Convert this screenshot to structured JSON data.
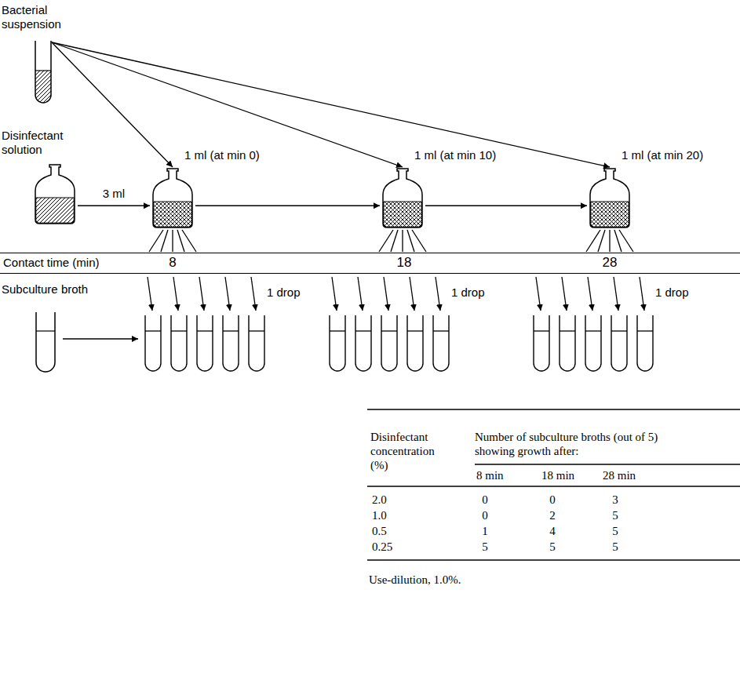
{
  "diagram": {
    "nodes": [
      {
        "text": [
          "Bacterial suspension"
        ]
      },
      {
        "text": [
          "Disinfectant solution"
        ]
      },
      {
        "text": [
          "1 ml (at min 0)"
        ]
      },
      {
        "text": [
          "1 ml (at min 10)"
        ]
      },
      {
        "text": [
          "1 ml (at min 20)"
        ]
      },
      {
        "text": [
          "Contact time (min)",
          "8",
          "18",
          "28"
        ]
      },
      {
        "text": [
          "Subculture broth"
        ]
      }
    ],
    "edges": [
      {
        "from": 0,
        "to": 2,
        "arrow": "to"
      },
      {
        "from": 0,
        "to": 3,
        "arrow": "to"
      },
      {
        "from": 0,
        "to": 4,
        "arrow": "to"
      },
      {
        "from": 1,
        "to": 2,
        "label": "3 ml",
        "arrow": "to"
      },
      {
        "from": 2,
        "to": 3,
        "arrow": "to"
      },
      {
        "from": 3,
        "to": 4,
        "arrow": "to"
      }
    ],
    "labels": [
      "1 drop",
      "1 drop",
      "1 drop",
      "Disinfectant concentration (%)",
      "Number of subculture broths (out of 5) showing growth after:",
      "8 min",
      "18 min",
      "28 min",
      "2.0",
      "0",
      "0",
      "3",
      "1.0",
      "0",
      "2",
      "5",
      "0.5",
      "1",
      "4",
      "5",
      "0.25",
      "5",
      "5",
      "5",
      "Use-dilution, 1.0%."
    ]
  }
}
